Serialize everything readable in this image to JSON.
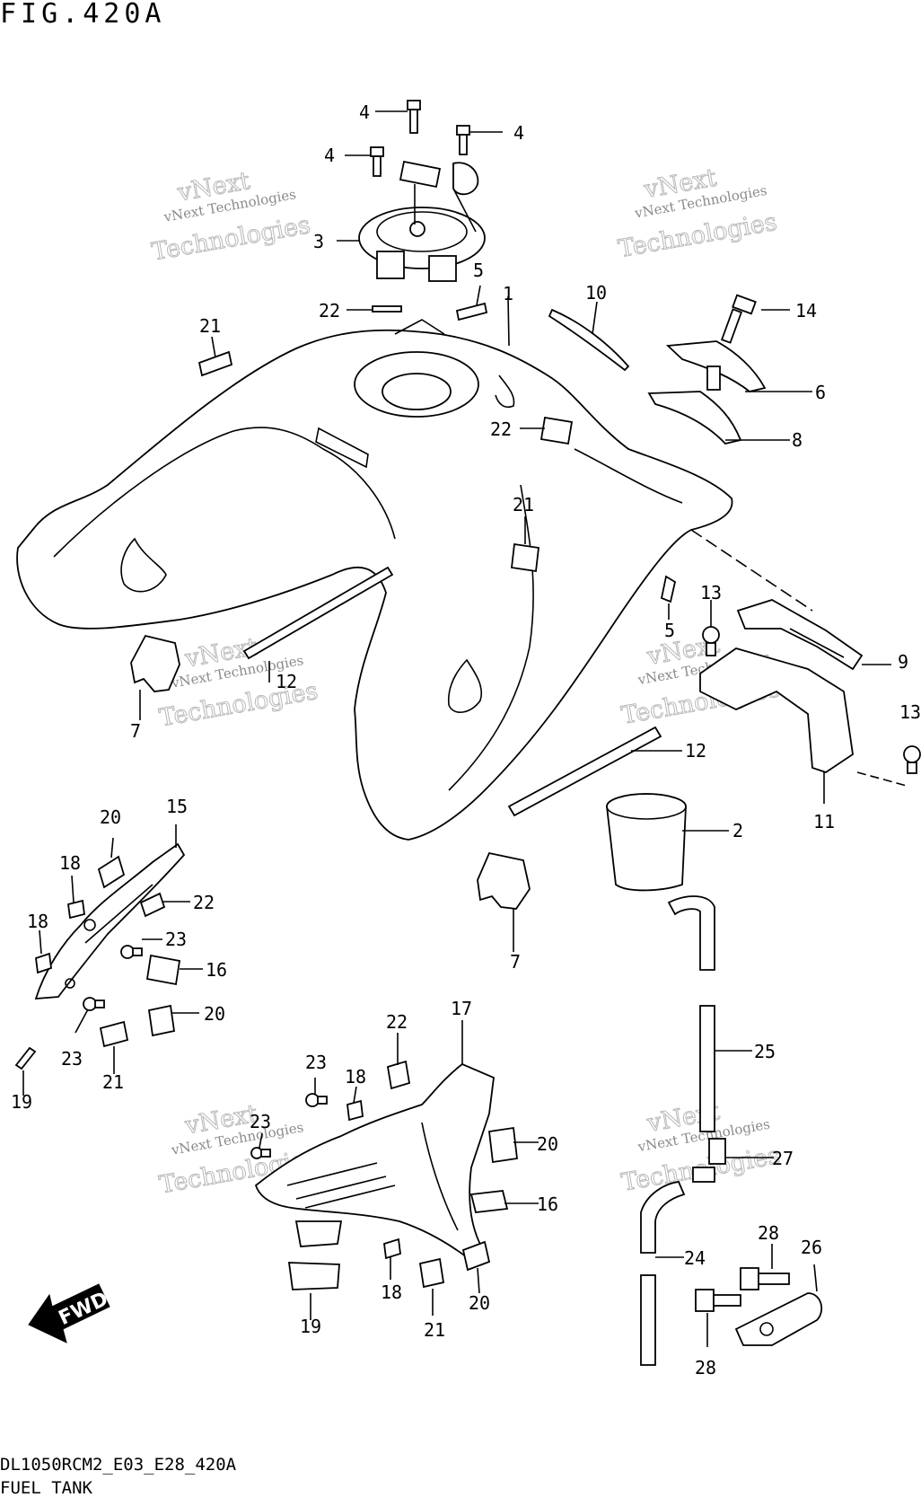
{
  "figure": {
    "title": "FIG.420A",
    "drawing_code": "DL1050RCM2_E03_E28_420A",
    "caption": "FUEL TANK",
    "direction_label": "FWD"
  },
  "watermark": {
    "line1": "vNext Technologies",
    "line2": "vNext",
    "line3": "Technologies"
  },
  "callouts": [
    "1",
    "2",
    "3",
    "4",
    "5",
    "6",
    "7",
    "8",
    "9",
    "10",
    "11",
    "12",
    "13",
    "14",
    "15",
    "16",
    "17",
    "18",
    "19",
    "20",
    "21",
    "22",
    "23",
    "24",
    "25",
    "26",
    "27",
    "28"
  ]
}
